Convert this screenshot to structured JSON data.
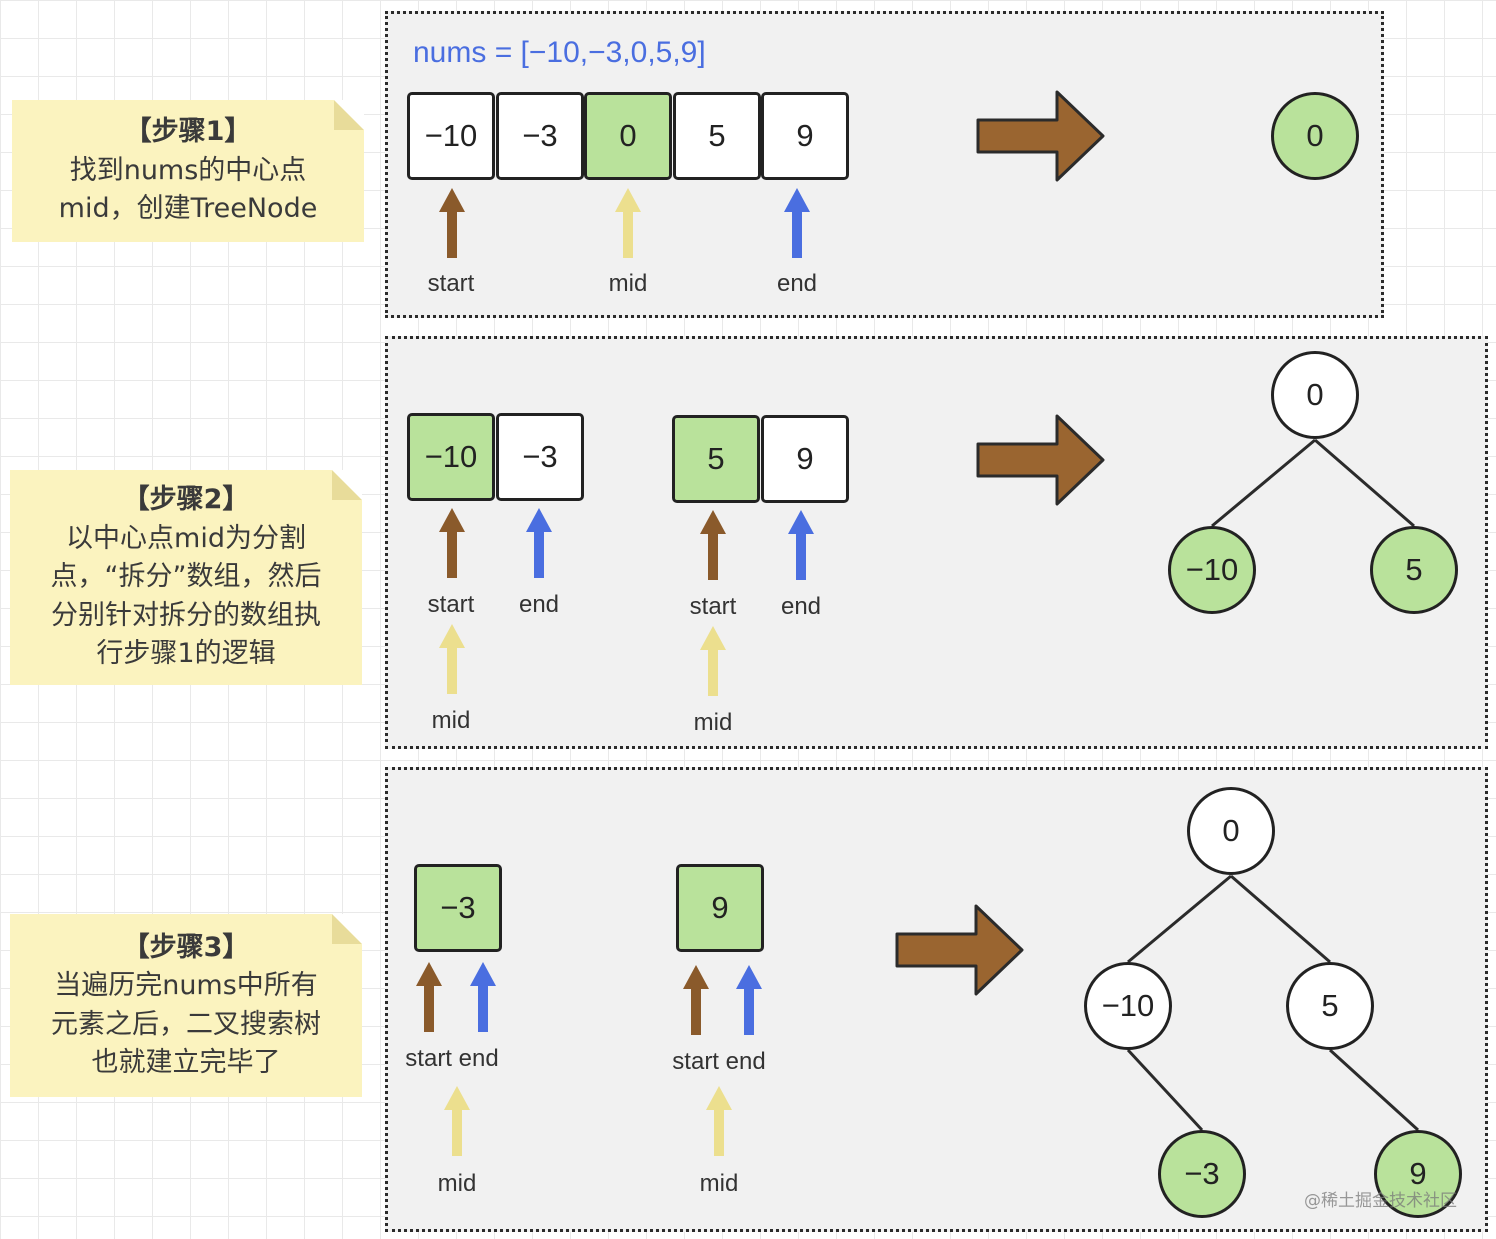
{
  "notes": [
    {
      "title": "【步骤1】",
      "lines": [
        "找到nums的中心点",
        "mid，创建TreeNode"
      ]
    },
    {
      "title": "【步骤2】",
      "lines": [
        "以中心点mid为分割",
        "点，“拆分”数组，然后",
        "分别针对拆分的数组执",
        "行步骤1的逻辑"
      ]
    },
    {
      "title": "【步骤3】",
      "lines": [
        "当遍历完nums中所有",
        "元素之后，二叉搜索树",
        "也就建立完毕了"
      ]
    }
  ],
  "panel1": {
    "title": "nums = [−10,−3,0,5,9]",
    "cells": [
      "−10",
      "−3",
      "0",
      "5",
      "9"
    ],
    "labels": {
      "start": "start",
      "mid": "mid",
      "end": "end"
    },
    "tree": [
      "0"
    ]
  },
  "panel2": {
    "left_cells": [
      "−10",
      "−3"
    ],
    "right_cells": [
      "5",
      "9"
    ],
    "labels": {
      "start": "start",
      "end": "end",
      "mid": "mid"
    },
    "tree": {
      "root": "0",
      "left": "−10",
      "right": "5"
    }
  },
  "panel3": {
    "left_cells": [
      "−3"
    ],
    "right_cells": [
      "9"
    ],
    "labels": {
      "start_end": "start end",
      "mid": "mid"
    },
    "tree": {
      "root": "0",
      "left": "−10",
      "right": "5",
      "left_right": "−3",
      "right_right": "9"
    }
  },
  "colors": {
    "green_fill": "#b9e29b",
    "start_arrow": "#8a5a2b",
    "mid_arrow": "#ecdf8e",
    "end_arrow": "#4a6ee0",
    "big_arrow": "#9a6530",
    "title_blue": "#4a6ee0",
    "note_bg": "#fbf3bf"
  },
  "watermark": "@稀土掘金技术社区"
}
